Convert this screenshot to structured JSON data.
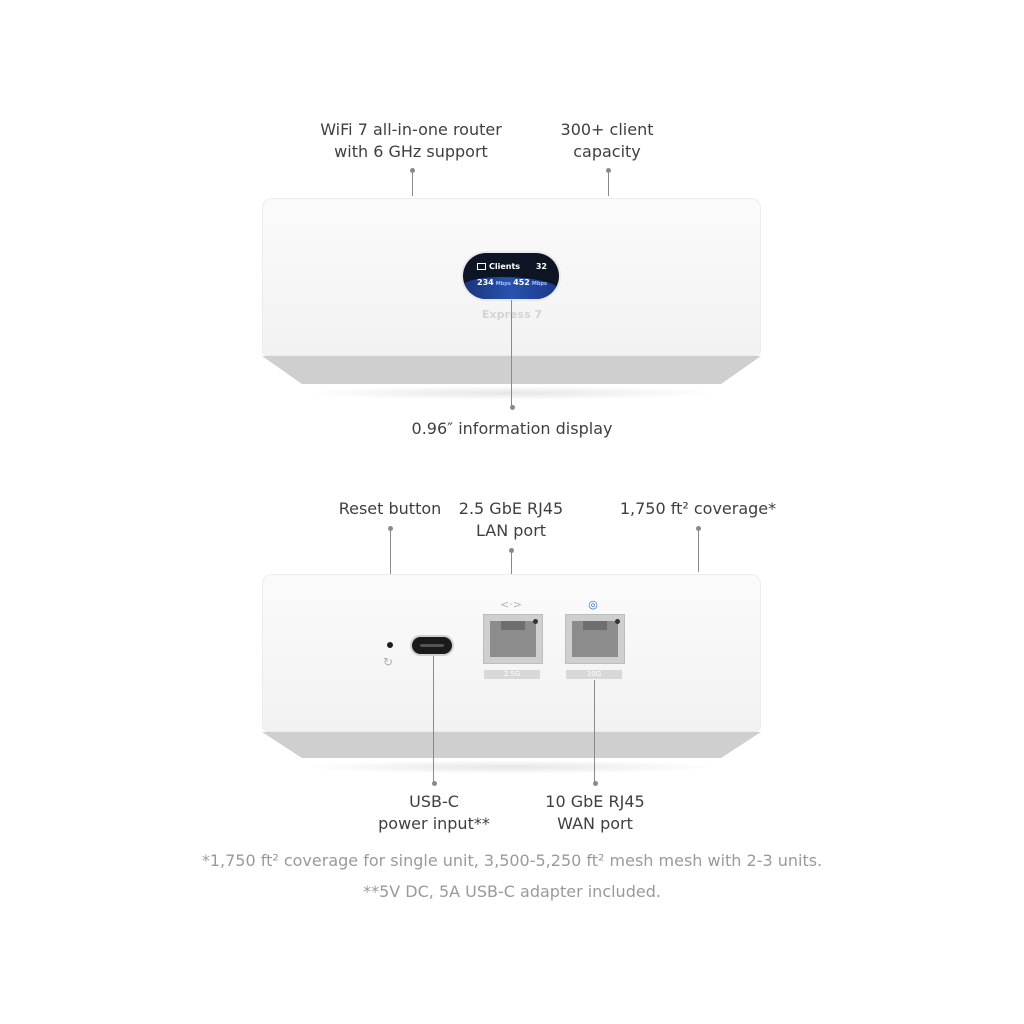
{
  "front": {
    "labels": {
      "wifi": [
        "WiFi 7 all-in-one router",
        "with 6 GHz support"
      ],
      "clients": [
        "300+ client",
        "capacity"
      ],
      "display": "0.96″ information display"
    },
    "screen": {
      "title": "Clients",
      "count": "32",
      "down": "234",
      "down_unit": "Mbps",
      "up": "452",
      "up_unit": "Mbps"
    },
    "brand": "Express 7"
  },
  "back": {
    "labels": {
      "reset": "Reset button",
      "lan": [
        "2.5 GbE RJ45",
        "LAN port"
      ],
      "coverage": "1,750 ft² coverage*",
      "usbc": [
        "USB-C",
        "power input**"
      ],
      "wan": [
        "10 GbE RJ45",
        "WAN port"
      ]
    },
    "ports": {
      "lan_tag": "2.5G",
      "wan_tag": "10G",
      "lan_icon": "bidirectional-arrow-icon",
      "wan_icon": "globe-icon",
      "reset_icon": "refresh-icon"
    }
  },
  "footnotes": [
    "*1,750 ft² coverage for single unit, 3,500-5,250 ft² mesh mesh with 2-3 units.",
    "**5V DC, 5A USB-C adapter included."
  ],
  "colors": {
    "wan_icon": "#1f6fd6",
    "screen_bg": "#0d1524"
  }
}
